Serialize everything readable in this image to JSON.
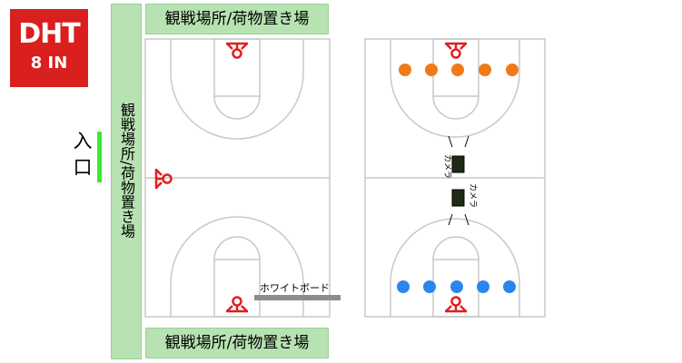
{
  "logo": {
    "line1": "DHT",
    "line2": "8 IN",
    "background": "#d9201e"
  },
  "entrance": {
    "label": "入口",
    "marker_color": "#3ee834"
  },
  "spectator_area": {
    "side_label": "観戦場所/荷物置き場",
    "top_label": "観戦場所/荷物置き場",
    "bottom_label": "観戦場所/荷物置き場",
    "color": "#b7e2b1"
  },
  "court_left": {
    "whiteboard_label": "ホワイトボード",
    "hoop_color": "#e02020"
  },
  "court_right": {
    "camera_top_label": "カメラ",
    "camera_bottom_label": "カメラ",
    "team_top": {
      "color": "#f07a1a",
      "player_count": 5
    },
    "team_bottom": {
      "color": "#2a86ee",
      "player_count": 5
    }
  }
}
